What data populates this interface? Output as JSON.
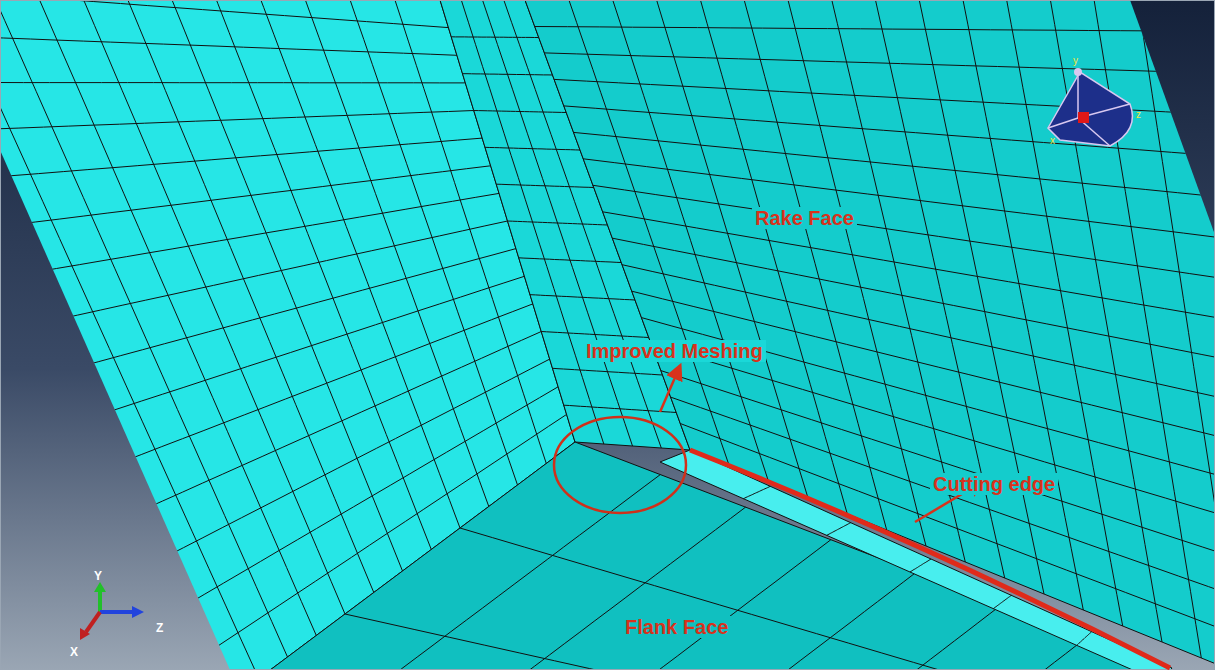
{
  "diagram": {
    "labels": [
      "Rake Face",
      "Improved Meshing",
      "Cutting edge",
      "Flank Face",
      "Y",
      "Z",
      "X",
      "y",
      "z",
      "x"
    ]
  }
}
